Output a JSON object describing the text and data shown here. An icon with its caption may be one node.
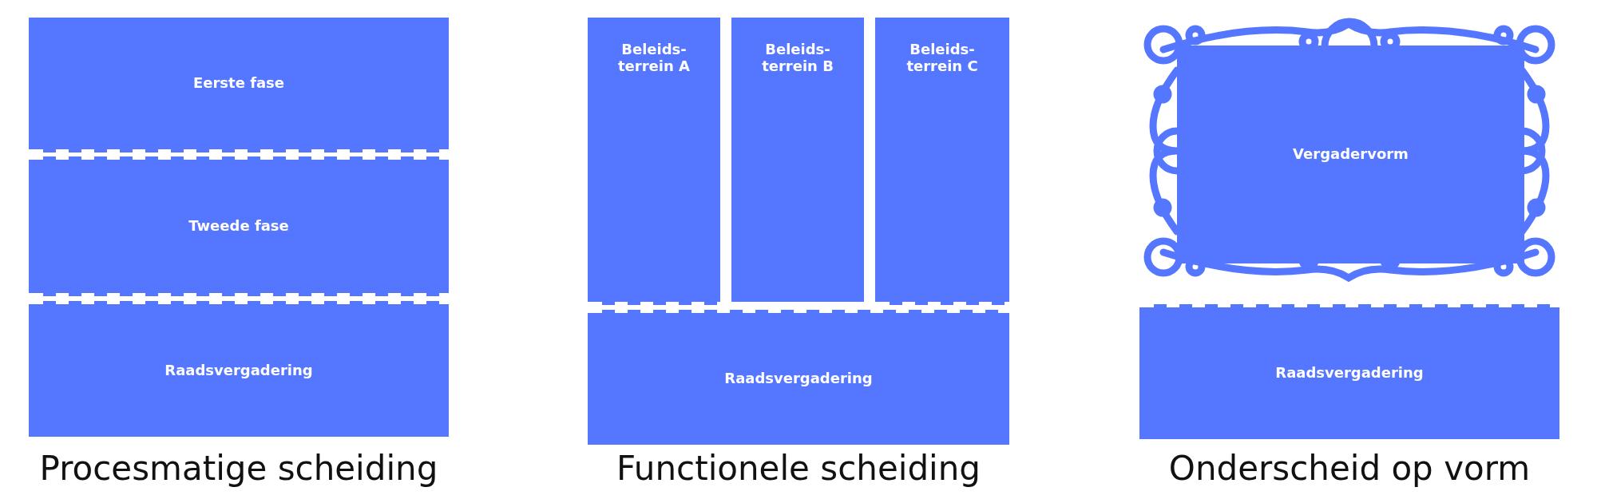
{
  "diagram": {
    "nodes": [
      {
        "text": [
          "Eerste fase"
        ]
      },
      {
        "text": [
          "Tweede fase"
        ]
      },
      {
        "text": [
          "Raadsvergadering"
        ]
      },
      {
        "text": [
          "Beleids- terrein A"
        ]
      },
      {
        "text": [
          "Beleids- terrein B"
        ]
      },
      {
        "text": [
          "Beleids- terrein C"
        ]
      },
      {
        "text": [
          "Raadsvergadering"
        ]
      },
      {
        "text": [
          "Vergadervorm"
        ]
      },
      {
        "text": [
          "Raadsvergadering"
        ]
      }
    ],
    "labels": [
      "Procesmatige scheiding",
      "Functionele scheiding",
      "Onderscheid op vorm"
    ]
  }
}
